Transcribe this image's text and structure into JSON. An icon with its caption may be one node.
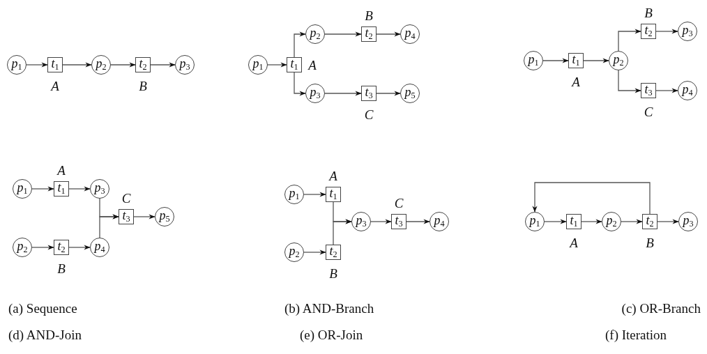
{
  "diagram": {
    "nodes": [
      {
        "text": [
          "*p*$_{1}$"
        ]
      },
      {
        "text": [
          "*t*$_{1}$"
        ],
        "beside": [
          "A"
        ]
      },
      {
        "text": [
          "*p*$_{2}$"
        ]
      },
      {
        "text": [
          "*t*$_{2}$"
        ],
        "beside": [
          "B"
        ]
      },
      {
        "text": [
          "*p*$_{3}$"
        ]
      },
      {
        "text": [
          "*p*$_{1}$"
        ]
      },
      {
        "text": [
          "*t*$_{1}$"
        ],
        "beside": [
          "A"
        ]
      },
      {
        "text": [
          "*p*$_{2}$"
        ]
      },
      {
        "text": [
          "*t*$_{2}$"
        ],
        "beside": [
          "B"
        ]
      },
      {
        "text": [
          "*p*$_{4}$"
        ]
      },
      {
        "text": [
          "*p*$_{3}$"
        ]
      },
      {
        "text": [
          "*t*$_{3}$"
        ],
        "beside": [
          "C"
        ]
      },
      {
        "text": [
          "*p*$_{5}$"
        ]
      },
      {
        "text": [
          "*p*$_{1}$"
        ]
      },
      {
        "text": [
          "*t*$_{1}$"
        ],
        "beside": [
          "A"
        ]
      },
      {
        "text": [
          "*p*$_{2}$"
        ]
      },
      {
        "text": [
          "*t*$_{2}$"
        ],
        "beside": [
          "B"
        ]
      },
      {
        "text": [
          "*p*$_{3}$"
        ]
      },
      {
        "text": [
          "*t*$_{3}$"
        ],
        "beside": [
          "C"
        ]
      },
      {
        "text": [
          "*p*$_{4}$"
        ]
      },
      {
        "text": [
          "*p*$_{1}$"
        ]
      },
      {
        "text": [
          "*t*$_{1}$"
        ],
        "beside": [
          "A"
        ]
      },
      {
        "text": [
          "*p*$_{3}$"
        ]
      },
      {
        "text": [
          "*p*$_{2}$"
        ]
      },
      {
        "text": [
          "*t*$_{2}$"
        ],
        "beside": [
          "B"
        ]
      },
      {
        "text": [
          "*p*$_{4}$"
        ]
      },
      {
        "text": [
          "*t*$_{3}$"
        ],
        "beside": [
          "C"
        ]
      },
      {
        "text": [
          "*p*$_{5}$"
        ]
      },
      {
        "text": [
          "*p*$_{1}$"
        ]
      },
      {
        "text": [
          "*t*$_{1}$"
        ],
        "beside": [
          "A"
        ]
      },
      {
        "text": [
          "*p*$_{2}$"
        ]
      },
      {
        "text": [
          "*t*$_{2}$"
        ],
        "beside": [
          "B"
        ]
      },
      {
        "text": [
          "*p*$_{3}$"
        ]
      },
      {
        "text": [
          "*t*$_{3}$"
        ],
        "beside": [
          "C"
        ]
      },
      {
        "text": [
          "*p*$_{4}$"
        ]
      },
      {
        "text": [
          "*p*$_{1}$"
        ]
      },
      {
        "text": [
          "*t*$_{1}$"
        ],
        "beside": [
          "A"
        ]
      },
      {
        "text": [
          "*p*$_{2}$"
        ]
      },
      {
        "text": [
          "*t*$_{2}$"
        ],
        "beside": [
          "B"
        ]
      },
      {
        "text": [
          "*p*$_{3}$"
        ]
      }
    ],
    "edges": [
      {
        "from": 0,
        "to": 1,
        "arrow": "to"
      },
      {
        "from": 1,
        "to": 2,
        "arrow": "to"
      },
      {
        "from": 2,
        "to": 3,
        "arrow": "to"
      },
      {
        "from": 3,
        "to": 4,
        "arrow": "to"
      },
      {
        "from": 5,
        "to": 6,
        "arrow": "to"
      },
      {
        "from": 6,
        "to": 7,
        "arrow": "to"
      },
      {
        "from": 6,
        "to": 10,
        "arrow": "to"
      },
      {
        "from": 7,
        "to": 8,
        "arrow": "to"
      },
      {
        "from": 8,
        "to": 9,
        "arrow": "to"
      },
      {
        "from": 10,
        "to": 11,
        "arrow": "to"
      },
      {
        "from": 11,
        "to": 12,
        "arrow": "to"
      },
      {
        "from": 13,
        "to": 14,
        "arrow": "to"
      },
      {
        "from": 14,
        "to": 15,
        "arrow": "to"
      },
      {
        "from": 15,
        "to": 16,
        "arrow": "to"
      },
      {
        "from": 15,
        "to": 18,
        "arrow": "to"
      },
      {
        "from": 16,
        "to": 17,
        "arrow": "to"
      },
      {
        "from": 18,
        "to": 19,
        "arrow": "to"
      },
      {
        "from": 20,
        "to": 21,
        "arrow": "to"
      },
      {
        "from": 21,
        "to": 22,
        "arrow": "to"
      },
      {
        "from": 23,
        "to": 24,
        "arrow": "to"
      },
      {
        "from": 24,
        "to": 25,
        "arrow": "to"
      },
      {
        "from": 22,
        "to": 26,
        "arrow": "to"
      },
      {
        "from": 25,
        "to": 26,
        "arrow": "to"
      },
      {
        "from": 26,
        "to": 27,
        "arrow": "to"
      },
      {
        "from": 28,
        "to": 29,
        "arrow": "to"
      },
      {
        "from": 30,
        "to": 31,
        "arrow": "to"
      },
      {
        "from": 29,
        "to": 32,
        "arrow": "to"
      },
      {
        "from": 31,
        "to": 32,
        "arrow": "to"
      },
      {
        "from": 32,
        "to": 33,
        "arrow": "to"
      },
      {
        "from": 33,
        "to": 34,
        "arrow": "to"
      },
      {
        "from": 35,
        "to": 36,
        "arrow": "to"
      },
      {
        "from": 36,
        "to": 37,
        "arrow": "to"
      },
      {
        "from": 37,
        "to": 38,
        "arrow": "to"
      },
      {
        "from": 38,
        "to": 39,
        "arrow": "to"
      },
      {
        "from": 38,
        "to": 35,
        "arrow": "to"
      }
    ],
    "labels": [
      "(a) Sequence",
      "(b) AND-Branch",
      "(c) OR-Branch",
      "(d) AND-Join",
      "(e) OR-Join",
      "(f) Iteration"
    ]
  }
}
